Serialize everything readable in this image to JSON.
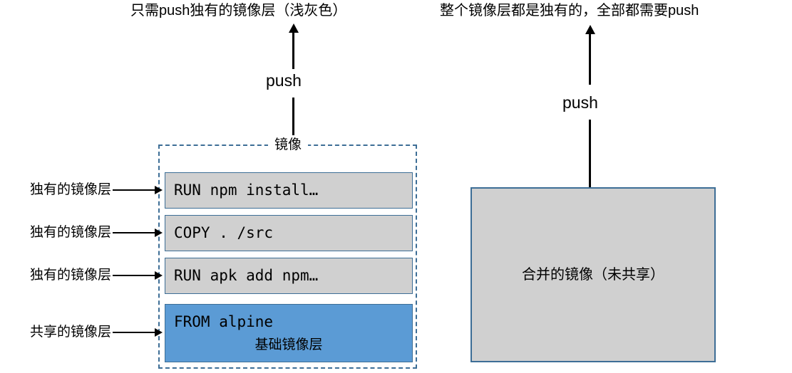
{
  "captions": {
    "left": "只需push独有的镜像层（浅灰色）",
    "right": "整个镜像层都是独有的，全部都需要push"
  },
  "arrows": {
    "left_push_label": "push",
    "right_push_label": "push"
  },
  "image_container": {
    "title": "镜像",
    "border_color": "#3d6e96",
    "layers": [
      {
        "command": "RUN npm install…",
        "kind": "unique",
        "fill": "#d0d0d0",
        "sublabel": ""
      },
      {
        "command": "COPY . /src",
        "kind": "unique",
        "fill": "#d0d0d0",
        "sublabel": ""
      },
      {
        "command": "RUN apk add npm…",
        "kind": "unique",
        "fill": "#d0d0d0",
        "sublabel": ""
      },
      {
        "command": "FROM alpine",
        "kind": "base",
        "fill": "#5b9bd5",
        "sublabel": "基础镜像层"
      }
    ]
  },
  "side_labels": [
    {
      "text": "独有的镜像层"
    },
    {
      "text": "独有的镜像层"
    },
    {
      "text": "独有的镜像层"
    },
    {
      "text": "共享的镜像层"
    }
  ],
  "merged_image": {
    "label": "合并的镜像（未共享）",
    "fill": "#d0d0d0",
    "border_color": "#3d6e96"
  },
  "colors": {
    "base_layer_blue": "#5b9bd5",
    "unique_layer_gray": "#d0d0d0",
    "outline_blue": "#3d6e96",
    "arrow_black": "#000000",
    "background": "#ffffff"
  }
}
